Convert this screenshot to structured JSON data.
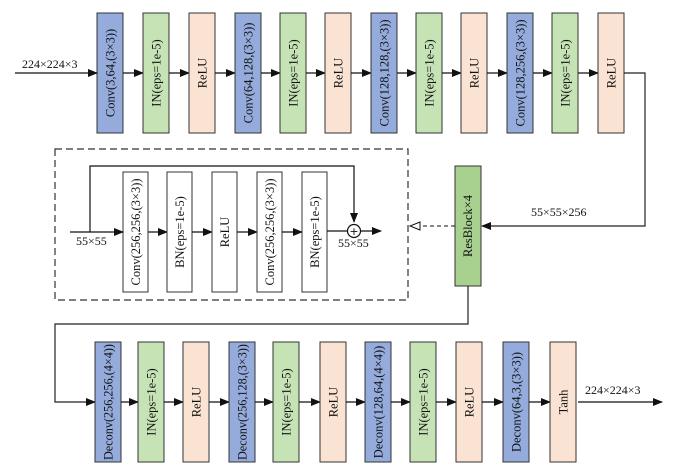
{
  "colors": {
    "conv": "#94ABDC",
    "norm": "#C6E3B6",
    "act": "#FBE3D3",
    "resblock": "#A8D18F",
    "plain": "#FFFFFF",
    "stroke": "#333333"
  },
  "encoder": {
    "input_label": "224×224×3",
    "blocks": [
      {
        "label": "Conv(3,64,(3×3))",
        "kind": "conv"
      },
      {
        "label": "IN(eps=1e-5)",
        "kind": "norm"
      },
      {
        "label": "ReLU",
        "kind": "act"
      },
      {
        "label": "Conv(64,128,(3×3))",
        "kind": "conv"
      },
      {
        "label": "IN(eps=1e-5)",
        "kind": "norm"
      },
      {
        "label": "ReLU",
        "kind": "act"
      },
      {
        "label": "Conv(128,128,(3×3))",
        "kind": "conv"
      },
      {
        "label": "IN(eps=1e-5)",
        "kind": "norm"
      },
      {
        "label": "ReLU",
        "kind": "act"
      },
      {
        "label": "Conv(128,256,(3×3))",
        "kind": "conv"
      },
      {
        "label": "IN(eps=1e-5)",
        "kind": "norm"
      },
      {
        "label": "ReLU",
        "kind": "act"
      }
    ]
  },
  "resblock": {
    "label": "ResBlock×4",
    "input_label": "55×55×256"
  },
  "resblock_detail": {
    "input_label": "55×55",
    "output_label": "55×55",
    "sum_symbol": "+",
    "blocks": [
      {
        "label": "Conv(256,256,(3×3))",
        "kind": "plain"
      },
      {
        "label": "BN(eps=1e-5)",
        "kind": "plain"
      },
      {
        "label": "ReLU",
        "kind": "plain"
      },
      {
        "label": "Conv(256,256,(3×3))",
        "kind": "plain"
      },
      {
        "label": "BN(eps=1e-5)",
        "kind": "plain"
      }
    ]
  },
  "decoder": {
    "output_label": "224×224×3",
    "blocks": [
      {
        "label": "Deconv(256,256,(4×4))",
        "kind": "conv"
      },
      {
        "label": "IN(eps=1e-5)",
        "kind": "norm"
      },
      {
        "label": "ReLU",
        "kind": "act"
      },
      {
        "label": "Deconv(256,128,(3×3))",
        "kind": "conv"
      },
      {
        "label": "IN(eps=1e-5)",
        "kind": "norm"
      },
      {
        "label": "ReLU",
        "kind": "act"
      },
      {
        "label": "Deconv(128,64,(4×4))",
        "kind": "conv"
      },
      {
        "label": "IN(eps=1e-5)",
        "kind": "norm"
      },
      {
        "label": "ReLU",
        "kind": "act"
      },
      {
        "label": "Deconv(64,3,(3×3))",
        "kind": "conv"
      },
      {
        "label": "Tanh",
        "kind": "act"
      }
    ]
  }
}
